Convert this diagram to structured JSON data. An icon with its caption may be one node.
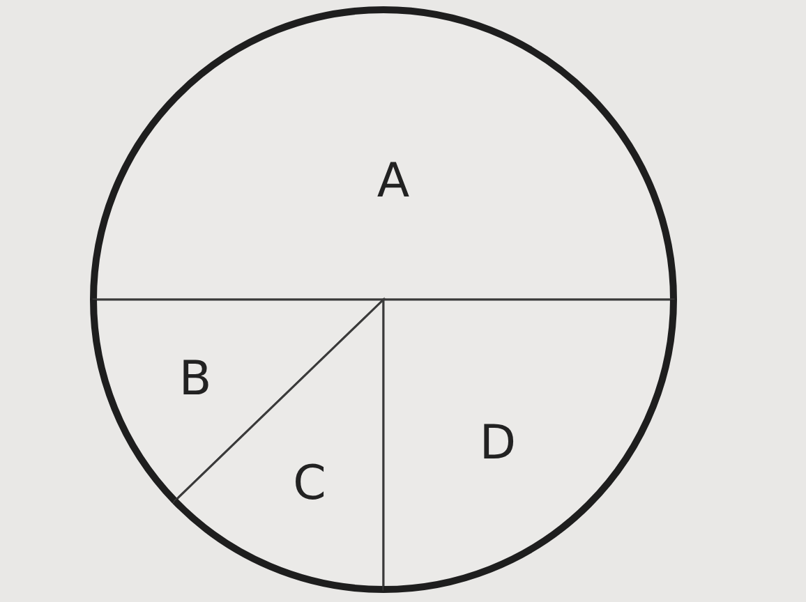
{
  "diagram": {
    "nodes": [
      {
        "text": [
          "A"
        ]
      },
      {
        "text": [
          "B"
        ]
      },
      {
        "text": [
          "C"
        ]
      },
      {
        "text": [
          "D"
        ]
      }
    ]
  }
}
